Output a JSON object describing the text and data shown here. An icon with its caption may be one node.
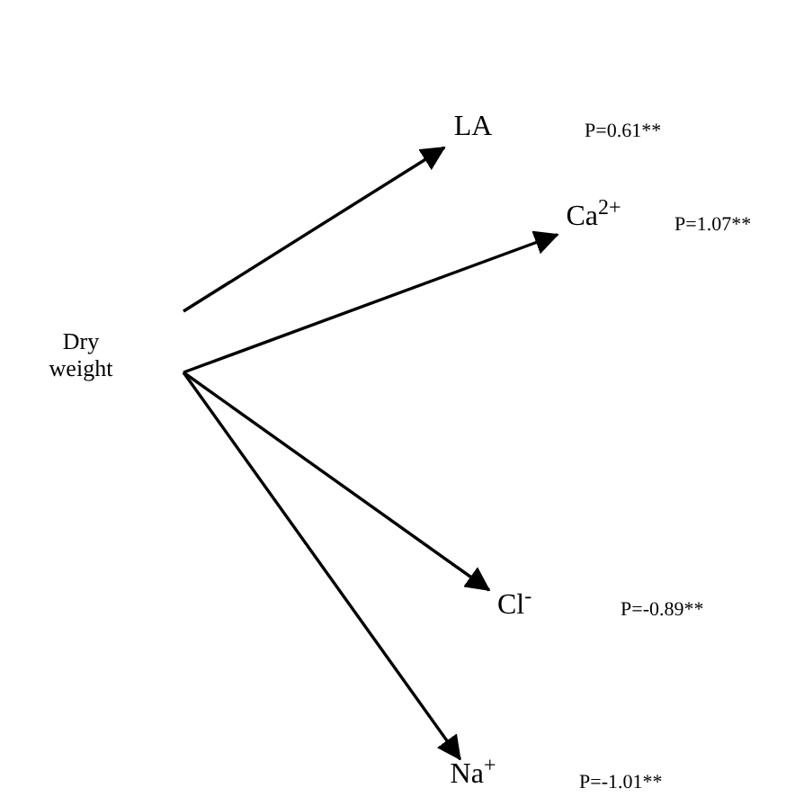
{
  "diagram": {
    "nodes": [
      {
        "text": [
          "Dry weight"
        ]
      },
      {
        "text": [
          "LA"
        ]
      },
      {
        "text": [
          "Ca$^{2+}$"
        ]
      },
      {
        "text": [
          "Cl$^{-}$"
        ]
      },
      {
        "text": [
          "Na$^{+}$"
        ]
      }
    ],
    "edges": [
      {
        "from": 0,
        "to": 1,
        "arrow": "to"
      },
      {
        "from": 0,
        "to": 2,
        "arrow": "to"
      },
      {
        "from": 0,
        "to": 3,
        "arrow": "to"
      },
      {
        "from": 0,
        "to": 4,
        "arrow": "to"
      }
    ],
    "labels": [
      "P=0.61**",
      "P=1.07**",
      "P=-0.89**",
      "P=-1.01**"
    ]
  }
}
